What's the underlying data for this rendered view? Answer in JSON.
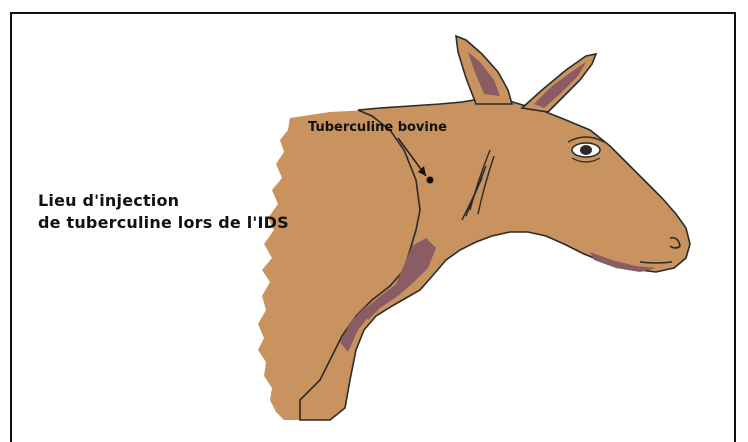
{
  "figure": {
    "caption_line1": "Lieu  d'injection",
    "caption_line2": "de tuberculine  lors de l'IDS",
    "injection_site_label": "Tuberculine bovine",
    "colors": {
      "hide": "#c8935e",
      "outline": "#222222",
      "shadow": "#8a5c63",
      "background": "#ffffff"
    }
  }
}
